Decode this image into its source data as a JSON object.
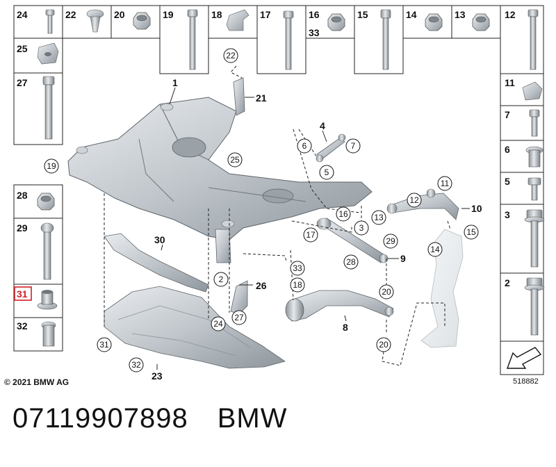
{
  "copyright": "© 2021 BMW AG",
  "diagram_number": "518882",
  "part_number": "07119907898",
  "brand": "BMW",
  "highlight_color": "#d0202a",
  "highlighted_ref": "31",
  "top_row": [
    "24",
    "22",
    "20",
    "19",
    "18",
    "17",
    "16",
    "15",
    "14",
    "13",
    "12"
  ],
  "top_row_sub": "33",
  "left_col_upper": [
    "25",
    "27"
  ],
  "left_col_lower": [
    "28",
    "29",
    "31",
    "32"
  ],
  "right_col": [
    "11",
    "7",
    "6",
    "5",
    "3",
    "2"
  ],
  "plain_labels": {
    "crossmember": "1",
    "strut": "21",
    "link": "4",
    "control_arm_upper": "10",
    "tension_strut": "9",
    "lower_arm": "8",
    "shield": "30",
    "bracket": "26",
    "underbody_panel": "23"
  },
  "callouts": {
    "c22": "22",
    "c19": "19",
    "c25": "25",
    "c6": "6",
    "c7": "7",
    "c5": "5",
    "c11": "11",
    "c12": "12",
    "c16": "16",
    "c13": "13",
    "c3": "3",
    "c17": "17",
    "c15": "15",
    "c14": "14",
    "c29": "29",
    "c28": "28",
    "c33": "33",
    "c18": "18",
    "c20a": "20",
    "c20b": "20",
    "c2": "2",
    "c24": "24",
    "c27": "27",
    "c31": "31",
    "c32": "32"
  }
}
